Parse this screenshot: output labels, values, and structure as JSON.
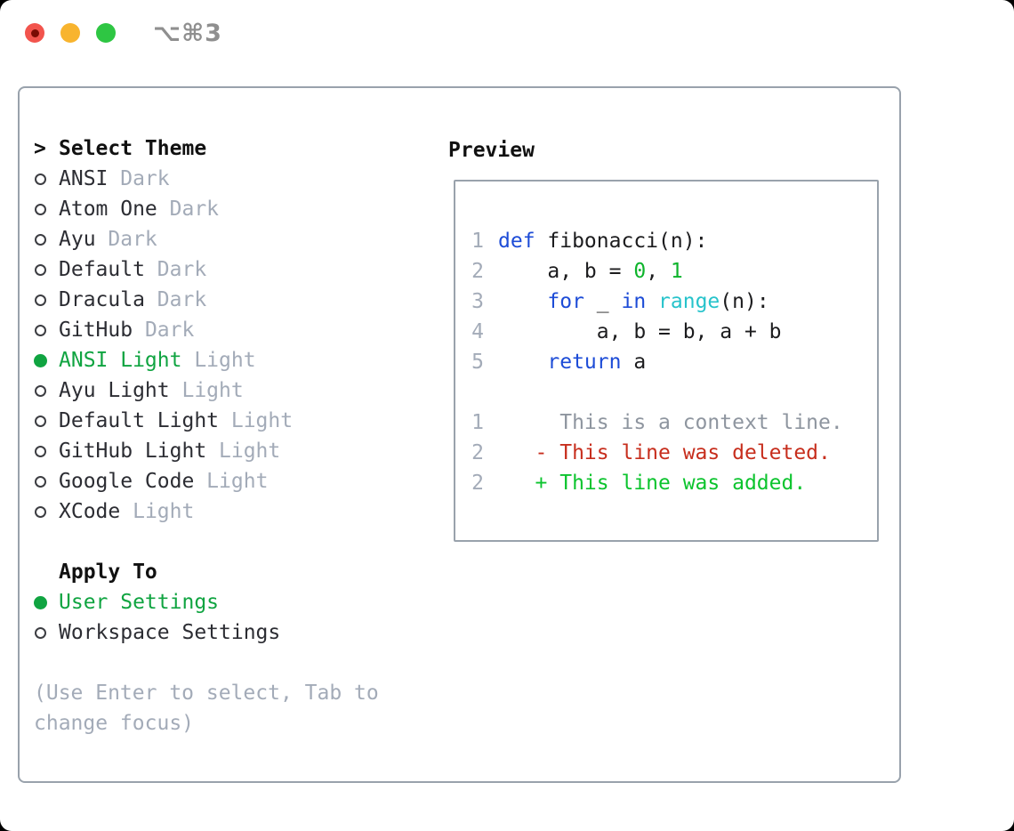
{
  "titlebar": {
    "shortcut": "⌥⌘3"
  },
  "theme_menu": {
    "prompt": ">",
    "title": "Select Theme",
    "items": [
      {
        "name": "ANSI",
        "variant": "Dark",
        "selected": false
      },
      {
        "name": "Atom One",
        "variant": "Dark",
        "selected": false
      },
      {
        "name": "Ayu",
        "variant": "Dark",
        "selected": false
      },
      {
        "name": "Default",
        "variant": "Dark",
        "selected": false
      },
      {
        "name": "Dracula",
        "variant": "Dark",
        "selected": false
      },
      {
        "name": "GitHub",
        "variant": "Dark",
        "selected": false
      },
      {
        "name": "ANSI Light",
        "variant": "Light",
        "selected": true
      },
      {
        "name": "Ayu Light",
        "variant": "Light",
        "selected": false
      },
      {
        "name": "Default Light",
        "variant": "Light",
        "selected": false
      },
      {
        "name": "GitHub Light",
        "variant": "Light",
        "selected": false
      },
      {
        "name": "Google Code",
        "variant": "Light",
        "selected": false
      },
      {
        "name": "XCode",
        "variant": "Light",
        "selected": false
      }
    ]
  },
  "apply_to": {
    "title": "Apply To",
    "options": [
      {
        "label": "User Settings",
        "selected": true
      },
      {
        "label": "Workspace Settings",
        "selected": false
      }
    ]
  },
  "help": {
    "line1": "(Use Enter to select, Tab to",
    "line2": "change focus)"
  },
  "preview": {
    "title": "Preview",
    "code_lines": [
      {
        "num": "1",
        "segments": [
          {
            "text": "def",
            "color": "keyword"
          },
          {
            "text": " fibonacci(n):",
            "color": "plain"
          }
        ]
      },
      {
        "num": "2",
        "segments": [
          {
            "text": "    a, b = ",
            "color": "plain"
          },
          {
            "text": "0",
            "color": "number"
          },
          {
            "text": ", ",
            "color": "plain"
          },
          {
            "text": "1",
            "color": "number"
          }
        ]
      },
      {
        "num": "3",
        "segments": [
          {
            "text": "    ",
            "color": "plain"
          },
          {
            "text": "for",
            "color": "keyword"
          },
          {
            "text": " _ ",
            "color": "plain"
          },
          {
            "text": "in",
            "color": "keyword"
          },
          {
            "text": " ",
            "color": "plain"
          },
          {
            "text": "range",
            "color": "builtin"
          },
          {
            "text": "(n):",
            "color": "plain"
          }
        ]
      },
      {
        "num": "4",
        "segments": [
          {
            "text": "        a, b = b, a + b",
            "color": "plain"
          }
        ]
      },
      {
        "num": "5",
        "segments": [
          {
            "text": "    ",
            "color": "plain"
          },
          {
            "text": "return",
            "color": "keyword"
          },
          {
            "text": " a",
            "color": "plain"
          }
        ]
      }
    ],
    "diff_lines": [
      {
        "num": "1",
        "segments": [
          {
            "text": "     This is a context line.",
            "color": "context"
          }
        ]
      },
      {
        "num": "2",
        "segments": [
          {
            "text": "   - This line was deleted.",
            "color": "deleted"
          }
        ]
      },
      {
        "num": "2",
        "segments": [
          {
            "text": "   + This line was added.",
            "color": "added"
          }
        ]
      }
    ]
  },
  "colors": {
    "selected_green": "#10a441",
    "keyword_blue": "#1d4cd7",
    "builtin_cyan": "#27c3cb",
    "number_green": "#0eb42c",
    "added_green": "#0cc42e",
    "deleted_red": "#c72e1d",
    "muted_gray": "#a3abb8",
    "context_gray": "#8e959f",
    "panel_border": "#99a2ac",
    "text_black": "#1c1c1e",
    "item_dark": "#2c2d33",
    "shortcut_gray": "#8f8f8f",
    "traffic_red": "#f2544d",
    "traffic_red_dot": "#7a0c04",
    "traffic_yellow": "#f8b42e",
    "traffic_green": "#2ec643"
  }
}
